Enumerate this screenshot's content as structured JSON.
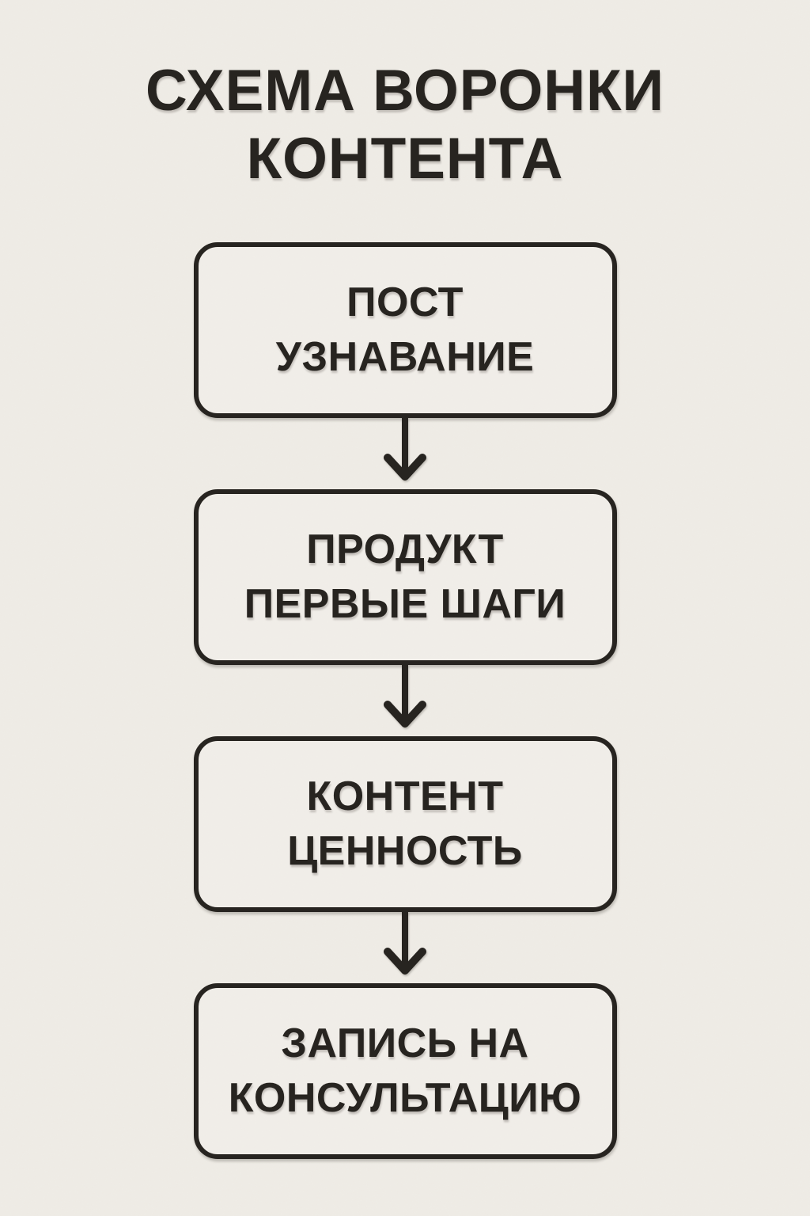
{
  "colors": {
    "bg": "#efece6",
    "ink": "#272420"
  },
  "diagram": {
    "title_line1": "СХЕМА ВОРОНКИ",
    "title_line2": "КОНТЕНТА",
    "connector_icon": "arrow-down-icon",
    "nodes": [
      {
        "line1": "ПОСТ",
        "line2": "УЗНАВАНИЕ"
      },
      {
        "line1": "ПРОДУКТ",
        "line2": "ПЕРВЫЕ ШАГИ"
      },
      {
        "line1": "КОНТЕНТ",
        "line2": "ЦЕННОСТЬ"
      },
      {
        "line1": "ЗАПИСЬ НА",
        "line2": "КОНСУЛЬТАЦИЮ"
      }
    ]
  }
}
